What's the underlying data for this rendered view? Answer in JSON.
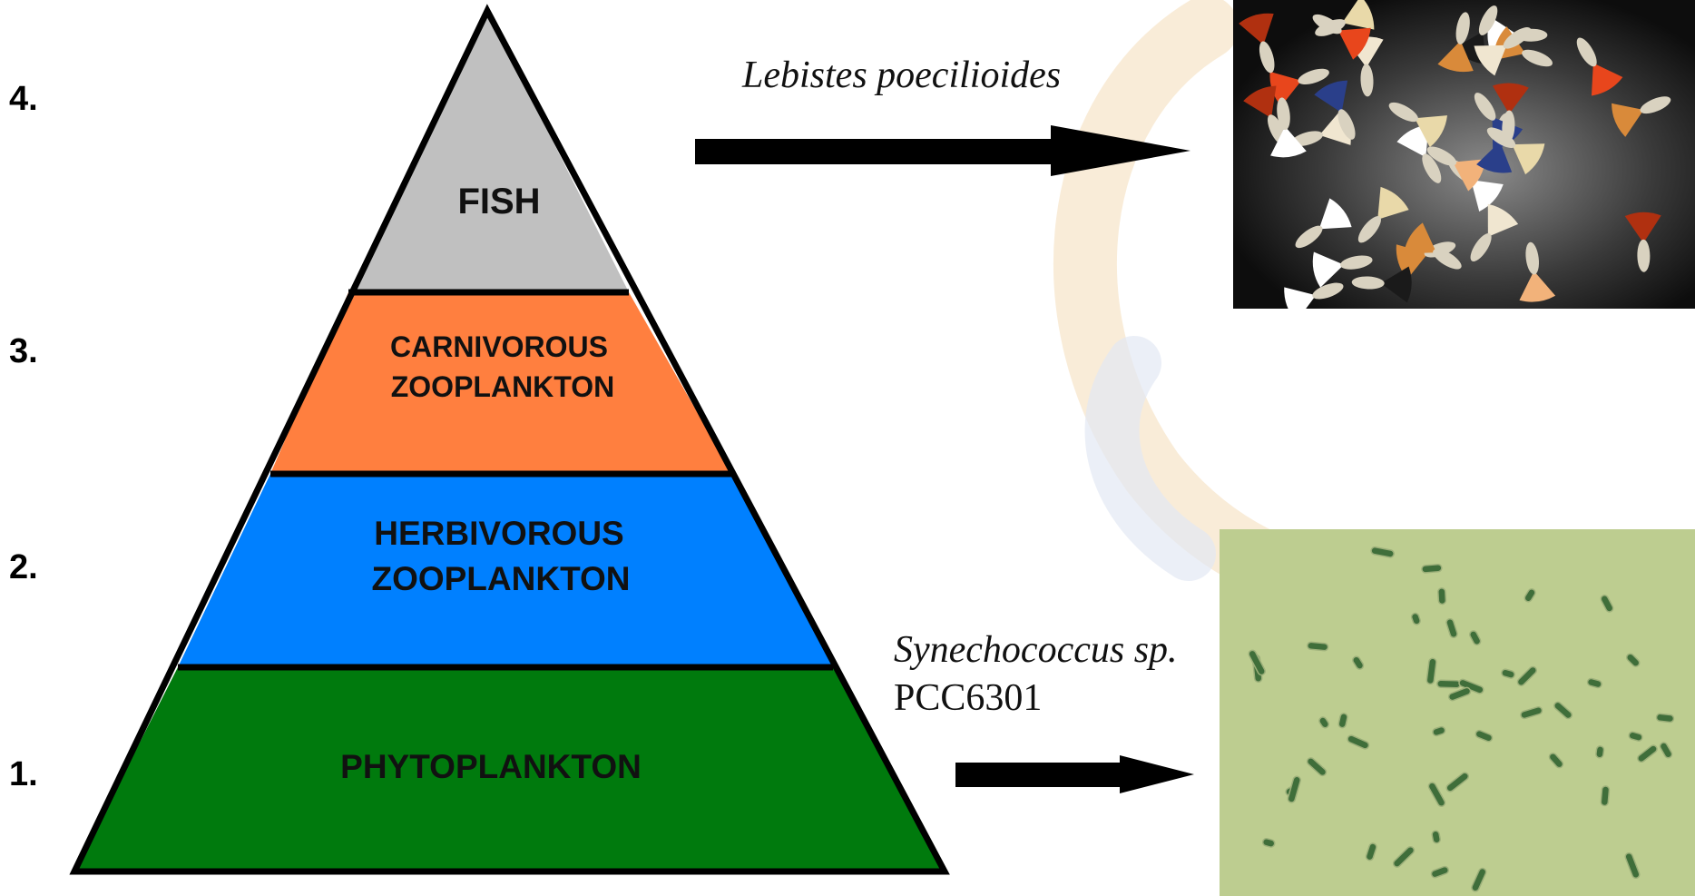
{
  "levels": [
    "4.",
    "3.",
    "2.",
    "1."
  ],
  "tiers": {
    "fish": [
      "FISH"
    ],
    "carnivorous": [
      "CARNIVOROUS",
      "ZOOPLANKTON"
    ],
    "herbivorous": [
      "HERBIVOROUS",
      "ZOOPLANKTON"
    ],
    "phytoplankton": [
      "PHYTOPLANKTON"
    ]
  },
  "species": {
    "fish": "Lebistes poecilioides",
    "cyano_name": "Synechococcus sp.",
    "cyano_strain": "PCC6301"
  },
  "colors": {
    "fish": "#c0c0c0",
    "carnivorous": "#ff7f3f",
    "herbivorous": "#0080ff",
    "phytoplankton": "#007a0d",
    "outline": "#000000",
    "photo_dark": "#1c1c1c",
    "micro_bg": "#b9c98a"
  },
  "icons": {
    "fish_photo": "guppies-photo",
    "micro_photo": "cyanobacteria-micrograph-photo",
    "arrow": "right-arrow"
  }
}
